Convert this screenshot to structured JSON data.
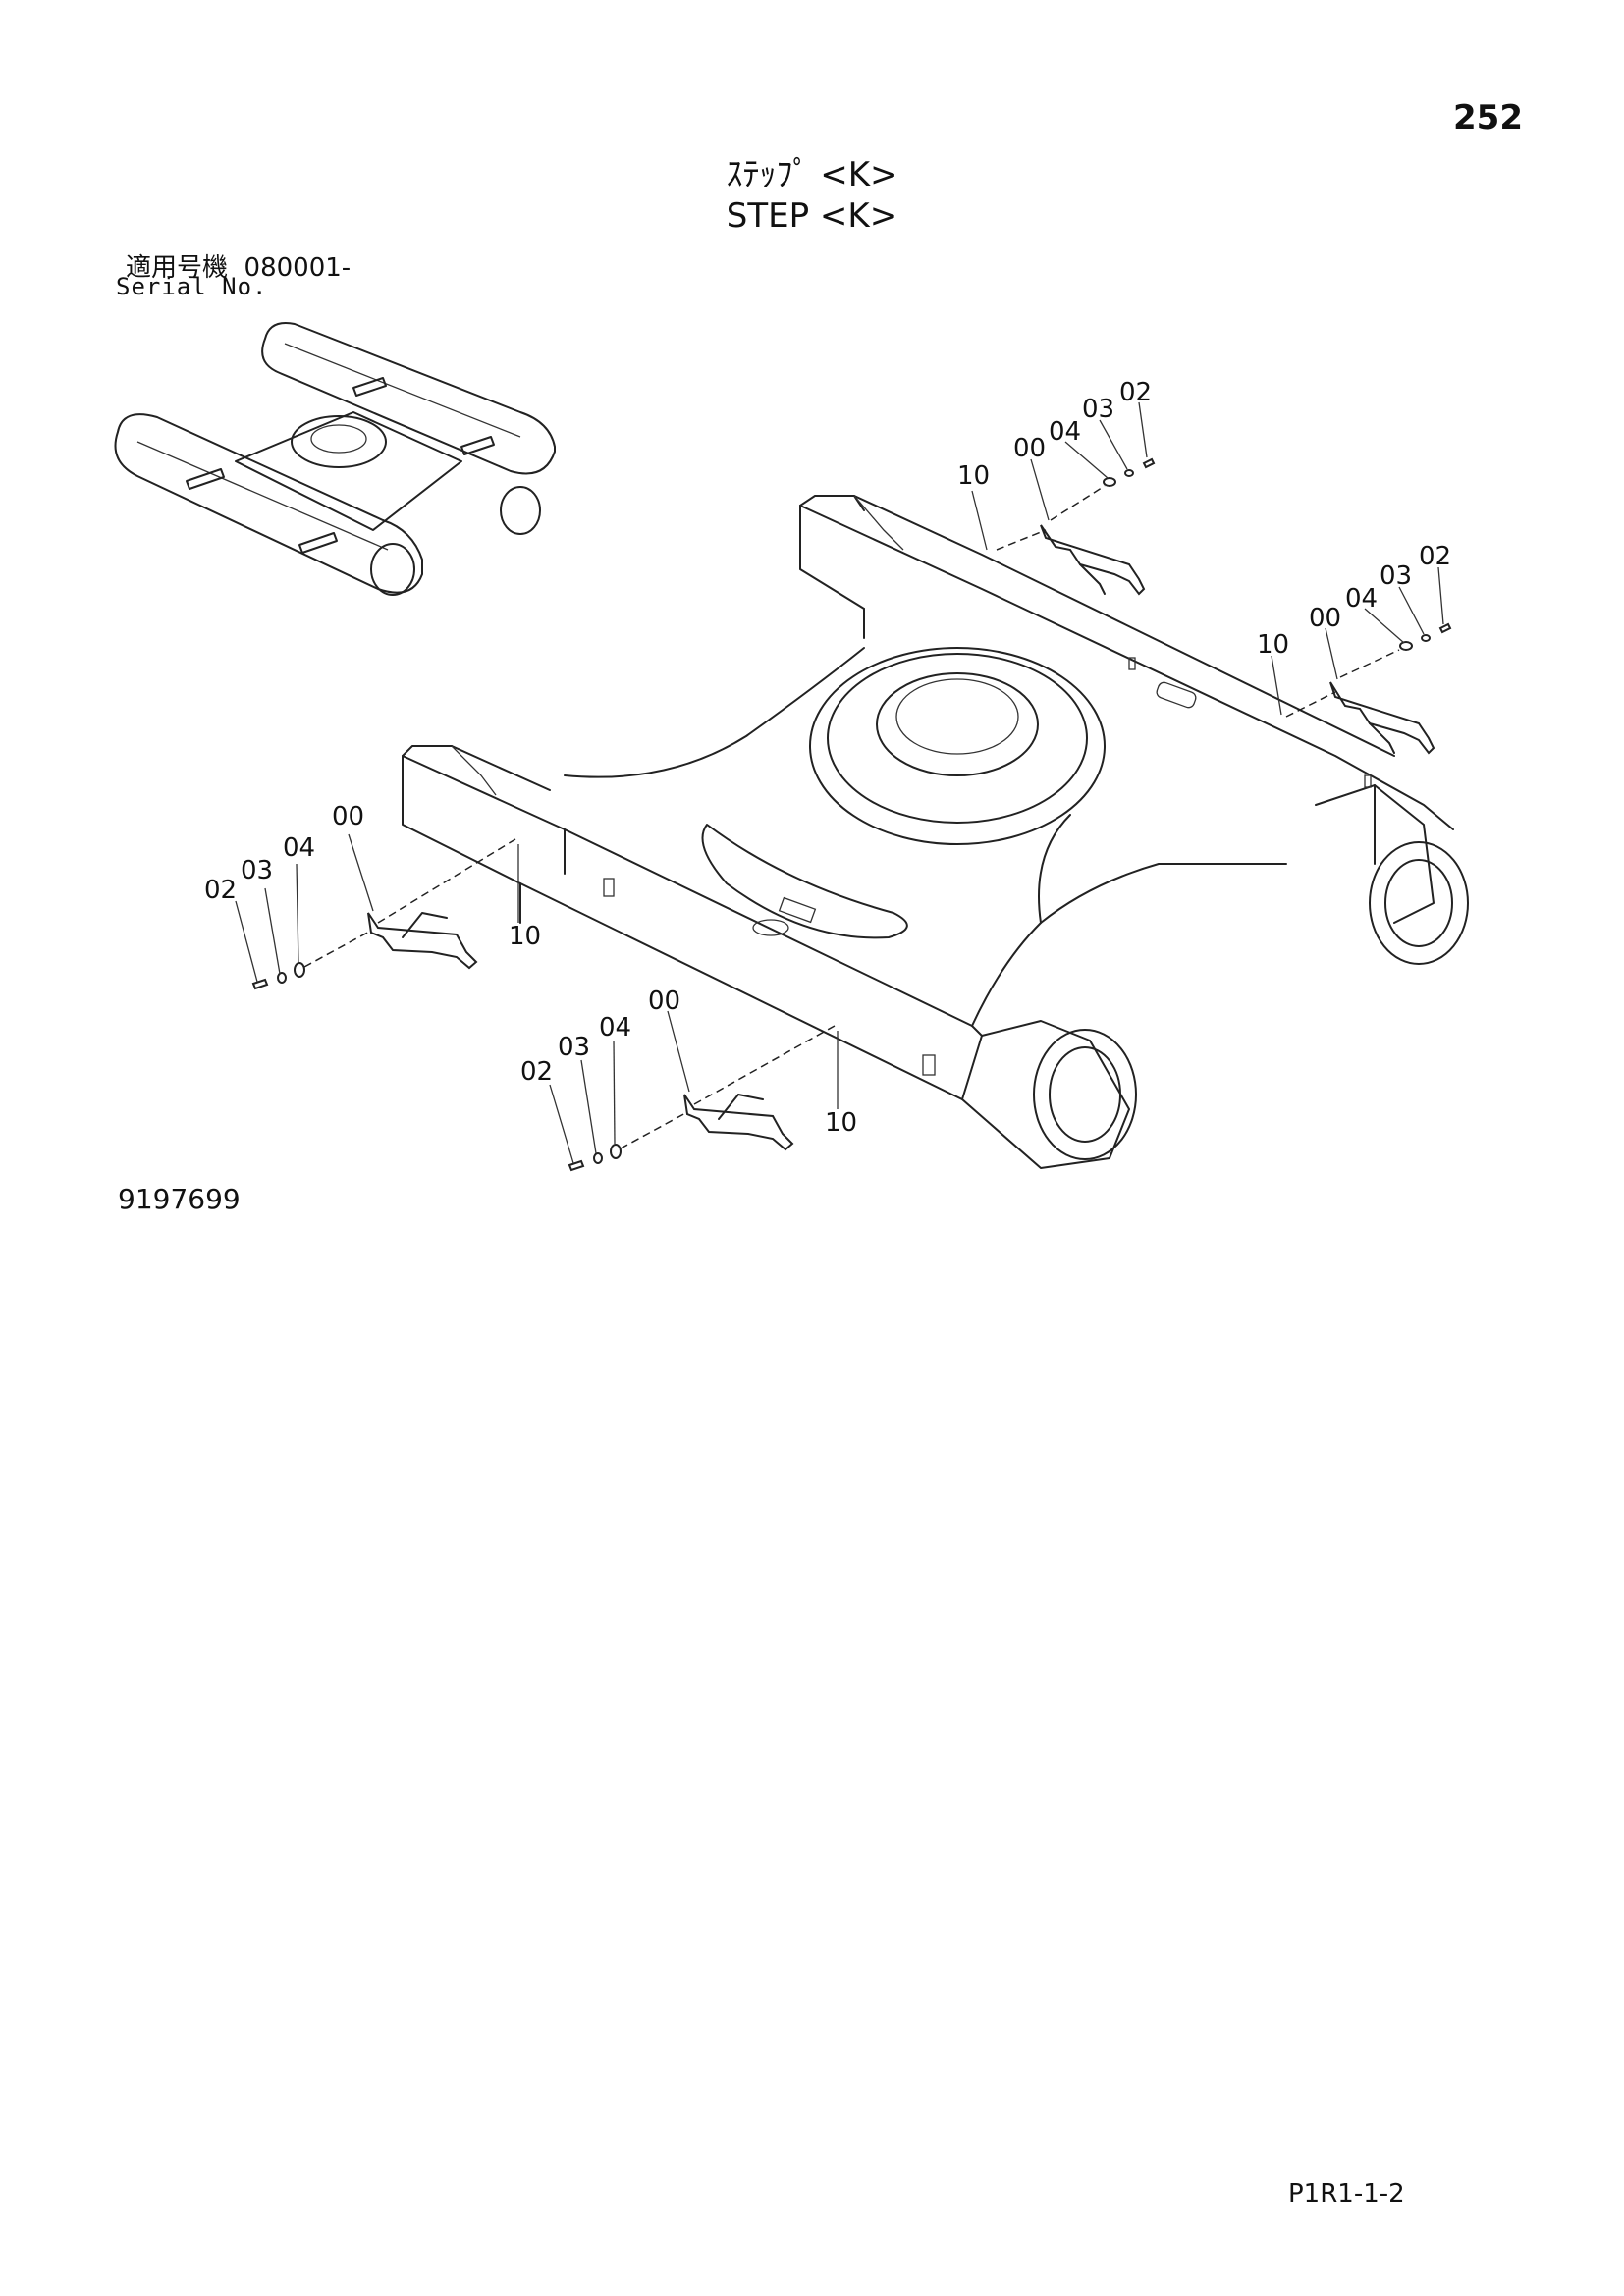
{
  "page_number": "252",
  "title_jp": "ｽﾃｯﾌﾟ <K>",
  "title_en": "STEP <K>",
  "serial": {
    "label_jp": "適用号機",
    "value": "080001-",
    "label_en": "Serial No."
  },
  "figure_id": "9197699",
  "sheet_ref": "P1R1-1-2",
  "callouts": {
    "top_right_group": [
      "10",
      "00",
      "04",
      "03",
      "02"
    ],
    "right_group": [
      "10",
      "00",
      "04",
      "03",
      "02"
    ],
    "left_group": [
      "02",
      "03",
      "04",
      "00",
      "10"
    ],
    "bottom_group": [
      "02",
      "03",
      "04",
      "00",
      "10"
    ]
  }
}
